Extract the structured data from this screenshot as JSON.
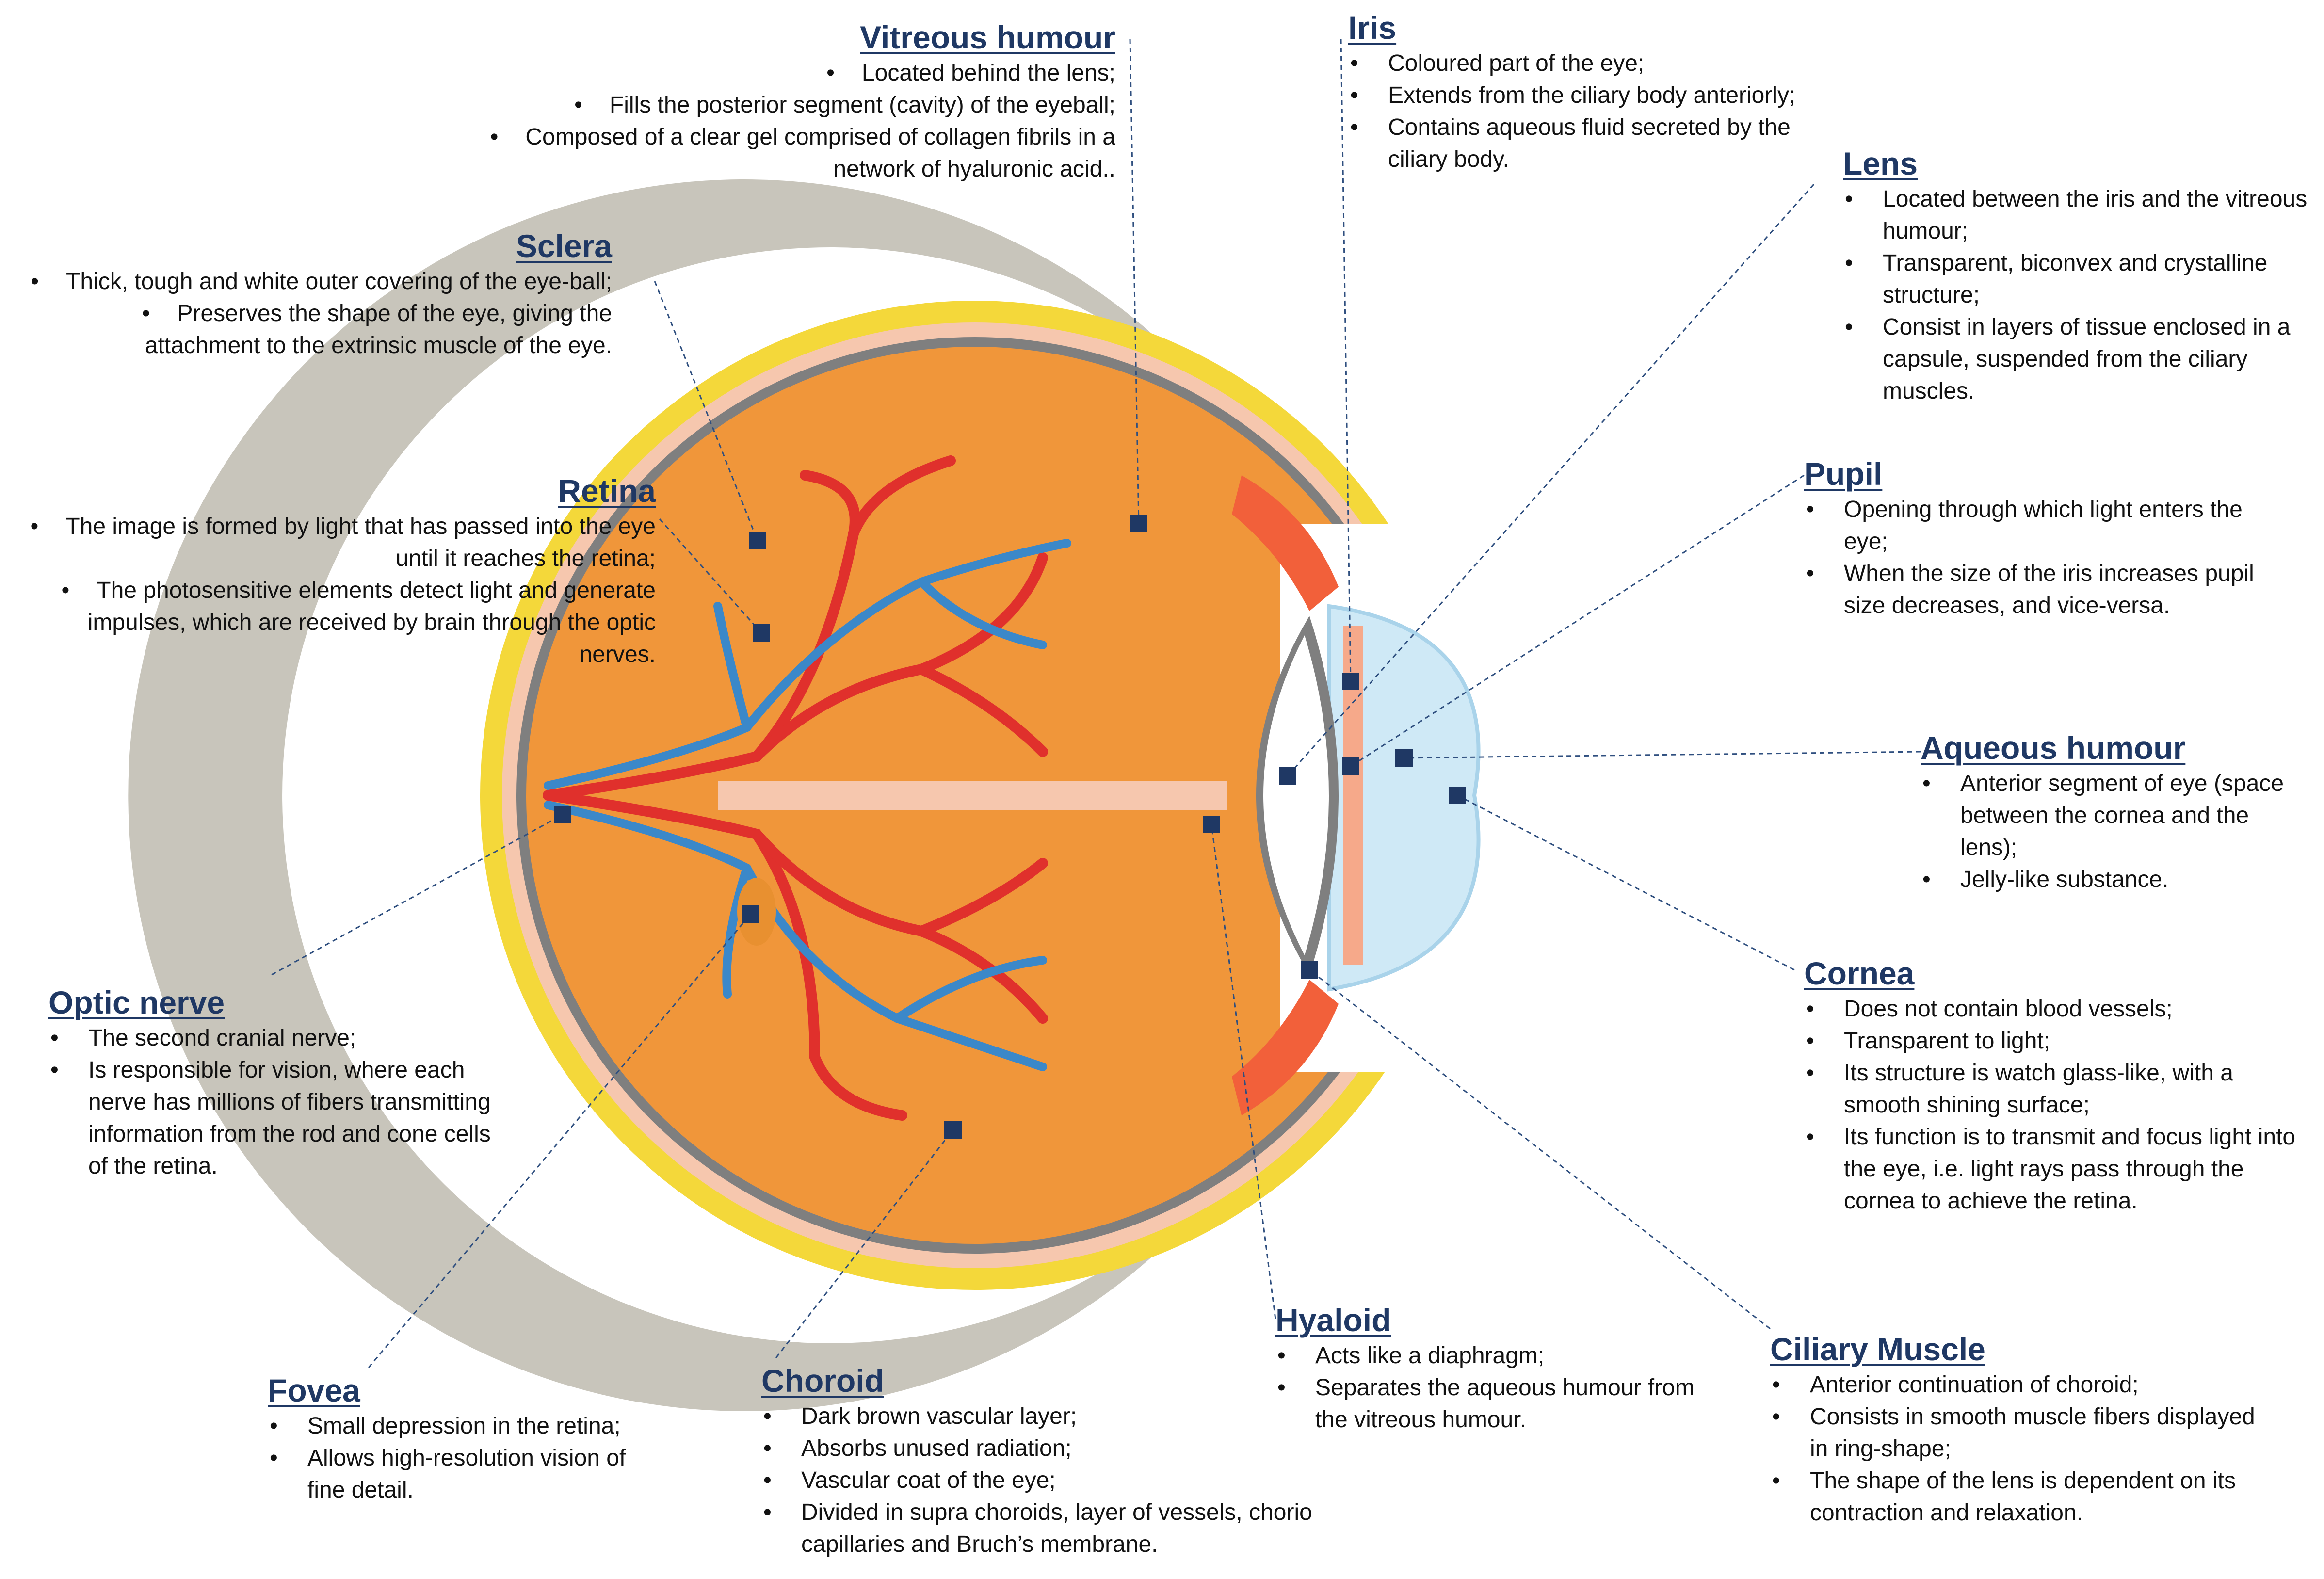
{
  "labels": {
    "vitreous": {
      "title": "Vitreous humour",
      "bullets": [
        "Located behind the lens;",
        "Fills the posterior segment (cavity) of the eyeball;",
        "Composed of a clear gel comprised of collagen fibrils in a network of hyaluronic acid.."
      ]
    },
    "iris": {
      "title": "Iris",
      "bullets": [
        "Coloured part of the eye;",
        "Extends from the ciliary body anteriorly;",
        "Contains aqueous fluid secreted by the ciliary body."
      ]
    },
    "lens": {
      "title": "Lens",
      "bullets": [
        "Located between the iris and the vitreous humour;",
        "Transparent, biconvex and crystalline structure;",
        "Consist in layers of tissue enclosed in a capsule, suspended from the ciliary muscles."
      ]
    },
    "sclera": {
      "title": "Sclera",
      "bullets": [
        "Thick, tough and white outer covering of the eye-ball;",
        "Preserves the shape of the eye, giving the attachment to the extrinsic muscle of the eye."
      ]
    },
    "retina": {
      "title": "Retina",
      "bullets": [
        "The image is formed by light that has passed into the eye until it reaches the retina;",
        "The photosensitive elements detect light and generate impulses, which are received by brain through the optic nerves."
      ]
    },
    "pupil": {
      "title": "Pupil",
      "bullets": [
        "Opening through which light enters the eye;",
        "When the size of the iris increases pupil size decreases, and vice-versa."
      ]
    },
    "aqueous": {
      "title": "Aqueous humour",
      "bullets": [
        "Anterior segment of eye (space between the cornea and the lens);",
        "Jelly-like substance."
      ]
    },
    "cornea": {
      "title": "Cornea",
      "bullets": [
        "Does not contain blood vessels;",
        "Transparent to light;",
        "Its structure is watch glass-like, with a smooth shining surface;",
        "Its function is to transmit and focus light into the eye, i.e. light rays pass through the cornea to achieve the retina."
      ]
    },
    "optic_nerve": {
      "title": "Optic nerve",
      "bullets": [
        "The second cranial nerve;",
        "Is responsible for vision, where each nerve has millions of fibers transmitting information from the rod and cone cells of the retina."
      ]
    },
    "hyaloid": {
      "title": "Hyaloid",
      "bullets": [
        "Acts like a diaphragm;",
        "Separates the aqueous humour from the vitreous humour."
      ]
    },
    "ciliary": {
      "title": "Ciliary Muscle",
      "bullets": [
        "Anterior continuation of choroid;",
        "Consists in smooth muscle fibers displayed in ring-shape;",
        "The shape of the lens is dependent on its contraction and relaxation."
      ]
    },
    "fovea": {
      "title": "Fovea",
      "bullets": [
        "Small depression in the retina;",
        "Allows high-resolution vision of fine detail."
      ]
    },
    "choroid": {
      "title": "Choroid",
      "bullets": [
        "Dark brown vascular layer;",
        "Absorbs unused radiation;",
        "Vascular coat of the eye;",
        "Divided in supra choroids, layer of vessels, chorio capillaries and Bruch’s membrane."
      ]
    }
  },
  "colors": {
    "title": "#1f3864",
    "marker": "#1f3864",
    "sclera": "#c8c5bb",
    "choroid_yellow": "#f4d83a",
    "retina_pink": "#f6c7ae",
    "vitreous_orange": "#f0963a",
    "artery_red": "#e0302c",
    "vein_blue": "#3b88c9",
    "cornea_blue": "#cfe9f6",
    "ring_gray": "#8a8a8a"
  }
}
